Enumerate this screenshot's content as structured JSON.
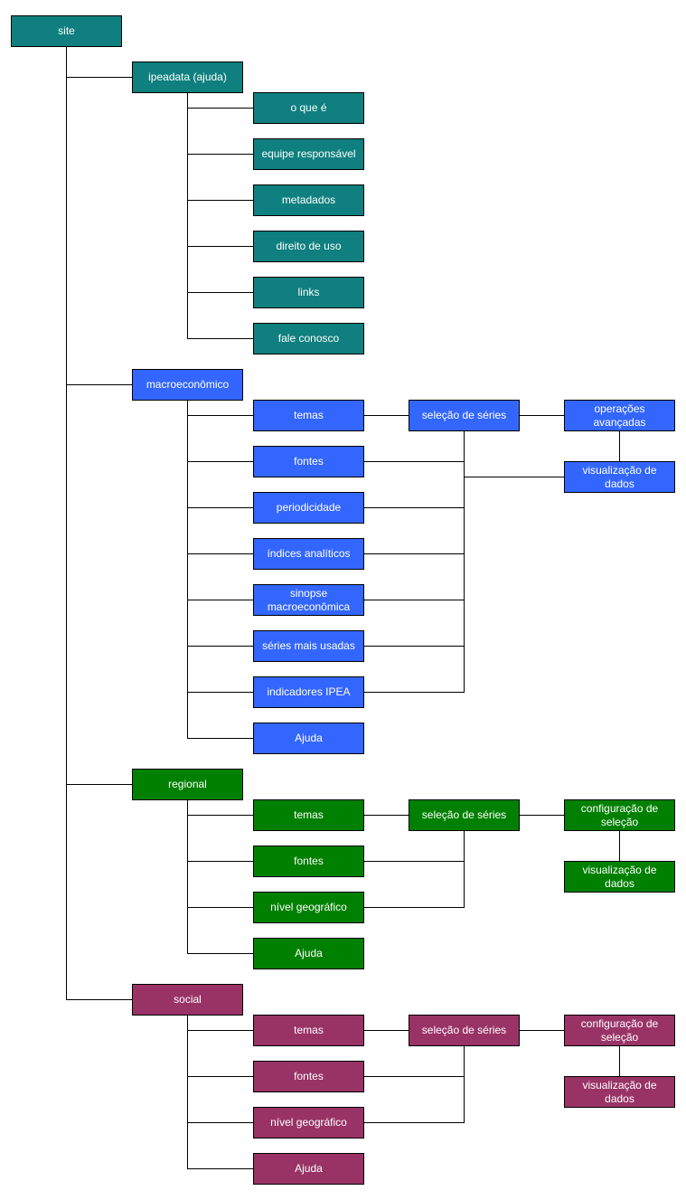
{
  "colors": {
    "teal": "#0f7f7f",
    "blue": "#3366ff",
    "green": "#008000",
    "purple": "#993366",
    "connector": "#000000",
    "text": "#ffffff"
  },
  "root": {
    "label": "site"
  },
  "ipeadata": {
    "label": "ipeadata (ajuda)",
    "children": [
      "o que é",
      "equipe responsável",
      "metadados",
      "direito de uso",
      "links",
      "fale conosco"
    ]
  },
  "macro": {
    "label": "macroeconômico",
    "children": [
      "temas",
      "fontes",
      "periodicidade",
      "índices analíticos",
      "sinopse macroeconômica",
      "séries mais usadas",
      "indicadores IPEA",
      "Ajuda"
    ],
    "selection": "seleção de séries",
    "advanced": "operações avançadas",
    "visualization": "visualização de dados"
  },
  "regional": {
    "label": "regional",
    "children": [
      "temas",
      "fontes",
      "nível geográfico",
      "Ajuda"
    ],
    "selection": "seleção de séries",
    "config": "configuração de seleção",
    "visualization": "visualização de dados"
  },
  "social": {
    "label": "social",
    "children": [
      "temas",
      "fontes",
      "nível geográfico",
      "Ajuda"
    ],
    "selection": "seleção de séries",
    "config": "configuração de seleção",
    "visualization": "visualização de dados"
  }
}
